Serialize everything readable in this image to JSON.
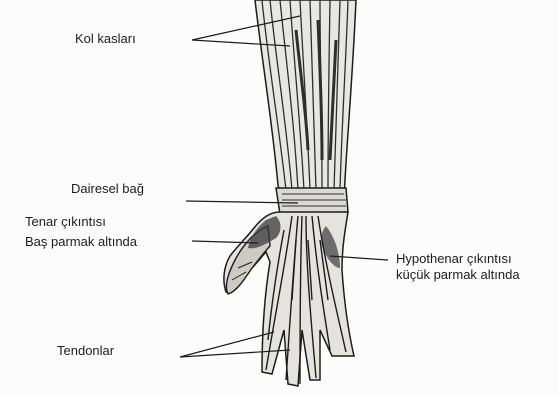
{
  "labels": {
    "arm_muscles": "Kol kasları",
    "wrist_ligament": "Dairesel bağ",
    "thenar_line1": "Tenar çıkıntısı",
    "thenar_line2": "Baş parmak altında",
    "hypothenar_line1": "Hypothenar çıkıntısı",
    "hypothenar_line2": "küçük parmak altında",
    "tendons": "Tendonlar"
  },
  "colors": {
    "ink": "#1c1c1c",
    "shade": "#3a3a3a",
    "paper": "#fcfcfa"
  }
}
